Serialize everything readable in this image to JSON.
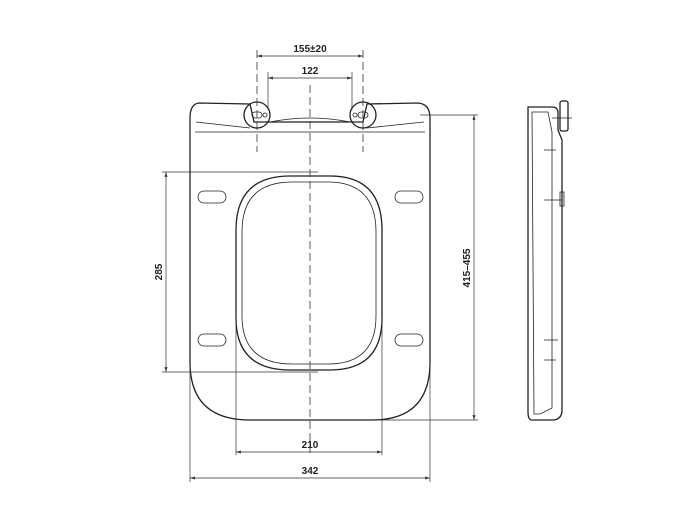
{
  "dimensions": {
    "hinge_spacing": "155±20",
    "hinge_hole_distance": "122",
    "inner_length": "285",
    "overall_length": "415–455",
    "inner_width": "210",
    "overall_width": "342"
  },
  "colors": {
    "line": "#222222",
    "background": "#ffffff"
  }
}
